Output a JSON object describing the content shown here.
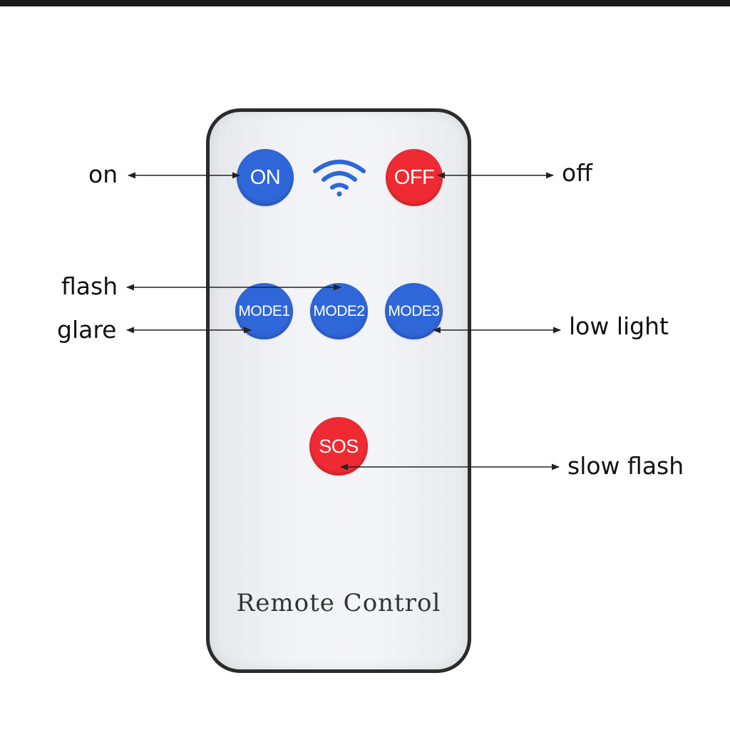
{
  "remote": {
    "caption": "Remote Control",
    "buttons": {
      "on": "ON",
      "off": "OFF",
      "mode1": "MODE1",
      "mode2": "MODE2",
      "mode3": "MODE3",
      "sos": "SOS"
    }
  },
  "callouts": {
    "on": "on",
    "off": "off",
    "flash": "flash",
    "glare": "glare",
    "low_light": "low light",
    "slow_flash": "slow flash"
  },
  "colors": {
    "blue_button": "#2f66d8",
    "red_button": "#ef2a33",
    "wifi_icon": "#2f66d8"
  },
  "icons": {
    "wireless": "wifi-icon"
  }
}
